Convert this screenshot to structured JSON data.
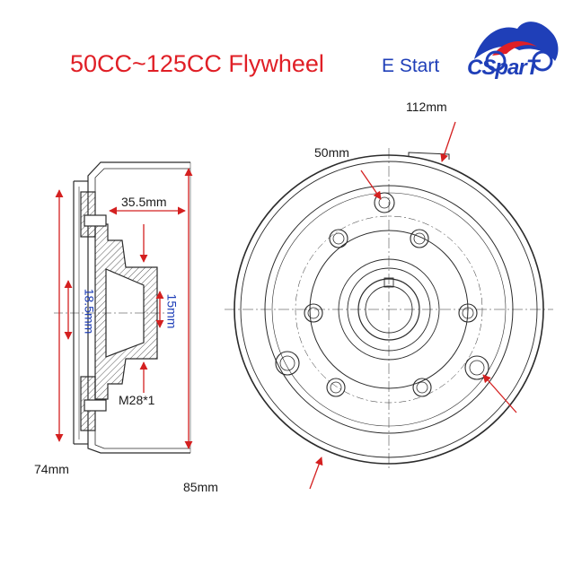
{
  "title": "50CC~125CC Flywheel",
  "subtitle": "E Start",
  "brand": "CSparT",
  "dimensions": {
    "outer_diameter": "112mm",
    "hole": "50mm",
    "depth": "35.5mm",
    "bore_large": "18.5mm",
    "bore_small": "15mm",
    "thread": "M28*1",
    "height_inner": "74mm",
    "height_outer": "85mm"
  },
  "colors": {
    "title": "#e01f26",
    "subtitle": "#1f3fb8",
    "arrow": "#d42020",
    "line": "#2b2b2b",
    "hatch": "#555555"
  }
}
